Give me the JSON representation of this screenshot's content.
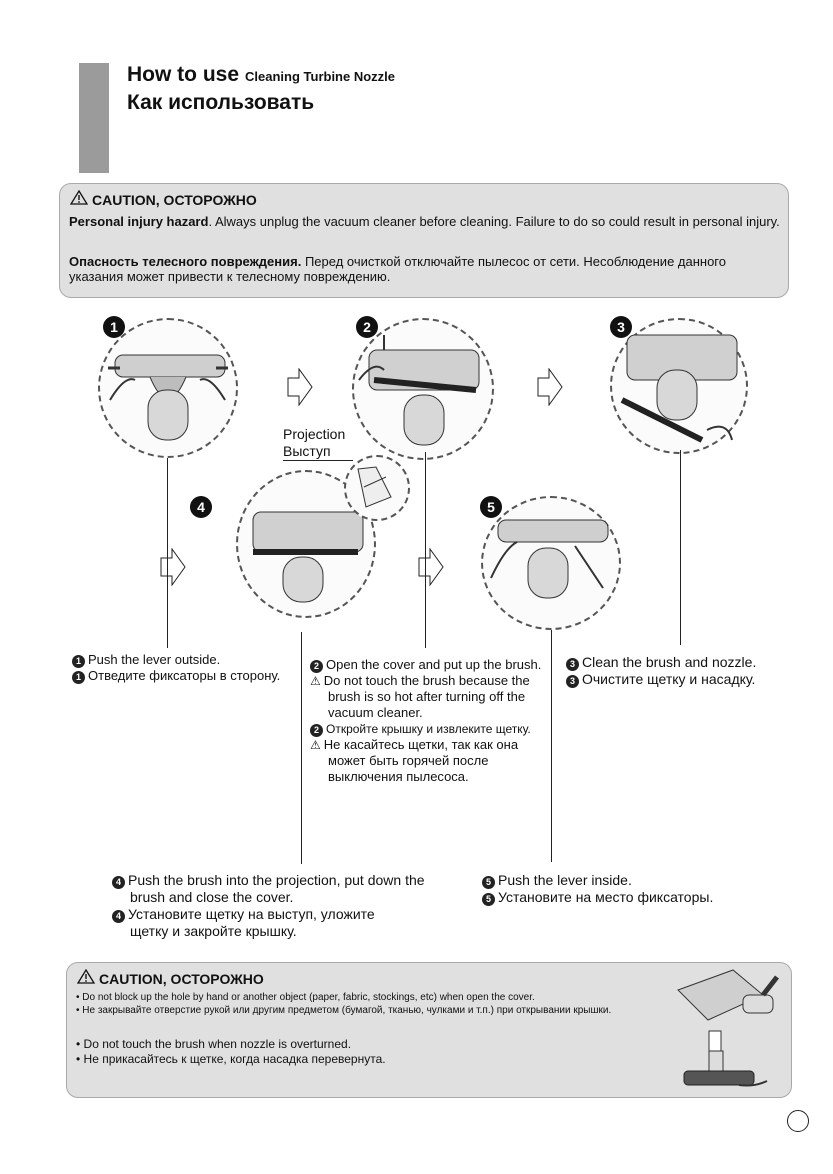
{
  "header": {
    "title_en": "How to use",
    "title_en_sub": "Cleaning Turbine Nozzle",
    "title_ru": "Как использовать"
  },
  "caution_top": {
    "title": "CAUTION, ОСТОРОЖНО",
    "en_bold": "Personal injury hazard",
    "en_text": ". Always unplug the vacuum cleaner before cleaning. Failure to do so could result in personal injury.",
    "ru_bold": "Опасность телесного повреждения.",
    "ru_text": " Перед очисткой отключайте пылесос от сети. Несоблюдение данного указания может привести к телесному повреждению."
  },
  "steps": {
    "n1": "1",
    "n2": "2",
    "n3": "3",
    "n4": "4",
    "n5": "5",
    "projection_en": "Projection",
    "projection_ru": "Выступ",
    "s1_en": "Push the lever outside.",
    "s1_ru": "Отведите фиксаторы в сторону.",
    "s2_en": "Open the cover and put up the brush.",
    "s2_warn_en_1": "Do not touch the brush because the",
    "s2_warn_en_2": "brush is so hot  after turning off the",
    "s2_warn_en_3": "vacuum cleaner.",
    "s2_ru": "Откройте крышку и извлеките щетку.",
    "s2_warn_ru_1": "Не касайтесь щетки, так как она",
    "s2_warn_ru_2": "может быть горячей после",
    "s2_warn_ru_3": "выключения пылесоса.",
    "s3_en": "Clean the brush and nozzle.",
    "s3_ru": "Очистите щетку и насадку.",
    "s4_en_1": "Push the brush into the projection, put down the",
    "s4_en_2": "brush and close the cover.",
    "s4_ru_1": "Установите щетку на выступ, уложите",
    "s4_ru_2": "щетку и закройте крышку.",
    "s5_en": "Push the lever inside.",
    "s5_ru": "Установите на место фиксаторы."
  },
  "caution_bottom": {
    "title": "CAUTION, ОСТОРОЖНО",
    "l1": "• Do not block up the hole by hand or another object (paper, fabric, stockings, etc) when open the cover.",
    "l2": "• Не закрывайте отверстие рукой или другим предметом (бумагой, тканью, чулками и т.п.) при открывании крышки.",
    "l3": "• Do not touch the brush when nozzle is overturned.",
    "l4": "• Не прикасайтесь к щетке, когда насадка перевернута."
  }
}
